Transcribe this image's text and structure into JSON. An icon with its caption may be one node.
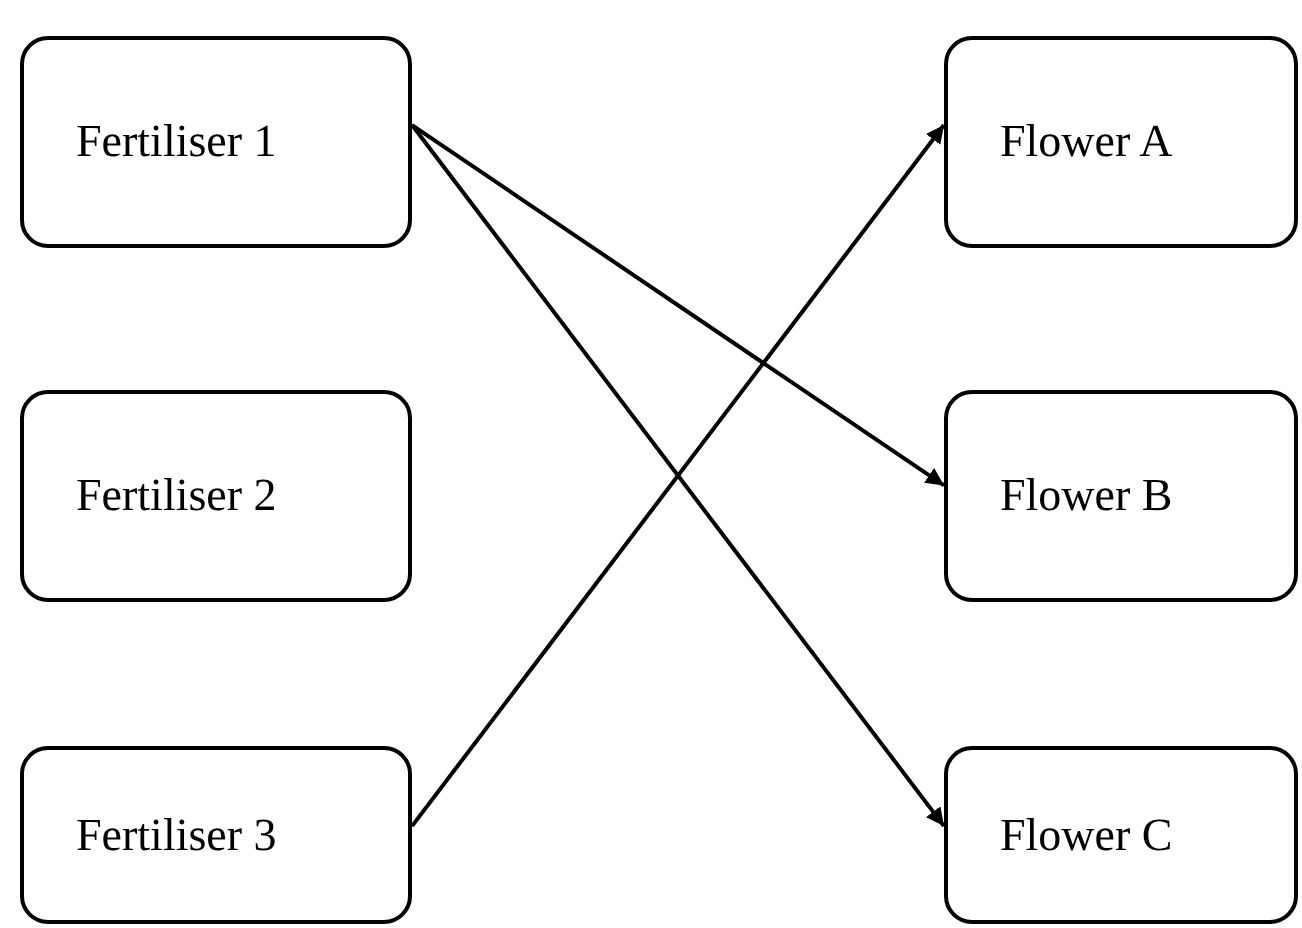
{
  "diagram": {
    "nodes": [
      {
        "text": [
          "Fertiliser 1"
        ]
      },
      {
        "text": [
          "Fertiliser 2"
        ]
      },
      {
        "text": [
          "Fertiliser 3"
        ]
      },
      {
        "text": [
          "Flower A"
        ]
      },
      {
        "text": [
          "Flower B"
        ]
      },
      {
        "text": [
          "Flower C"
        ]
      }
    ],
    "edges": [
      {
        "from": 0,
        "to": 4,
        "arrow": "to"
      },
      {
        "from": 0,
        "to": 5,
        "arrow": "to"
      },
      {
        "from": 2,
        "to": 3,
        "arrow": "to"
      }
    ]
  }
}
